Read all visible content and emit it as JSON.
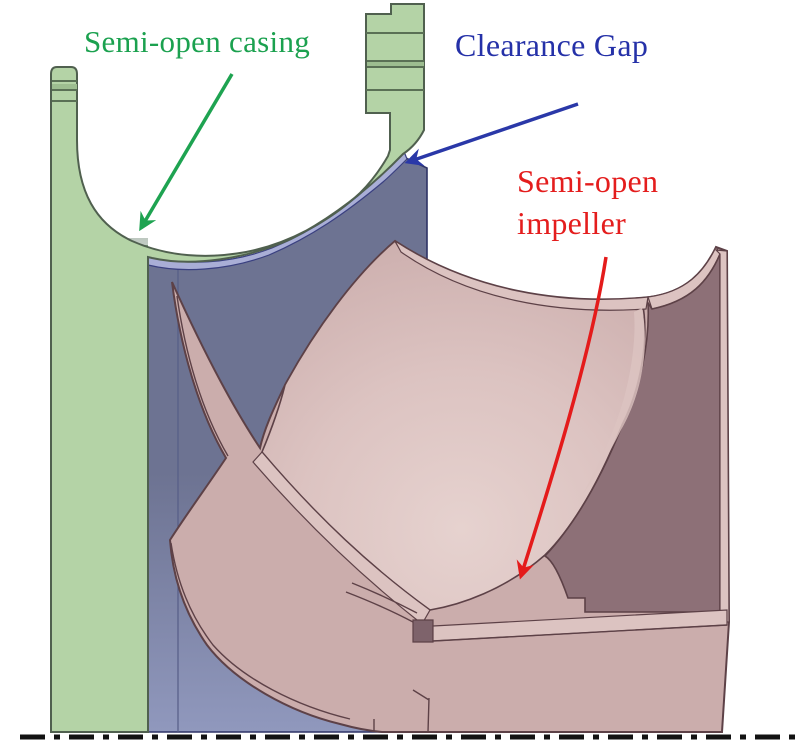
{
  "labels": {
    "casing": {
      "text": "Semi-open casing",
      "color": "#1ba14f"
    },
    "gap": {
      "text": "Clearance Gap",
      "color": "#2531a8"
    },
    "impeller": {
      "line1": "Semi-open",
      "line2": "impeller",
      "color": "#e41d1d"
    }
  },
  "colors": {
    "label_casing": "#1ba14f",
    "label_gap": "#2531a8",
    "label_impeller": "#e41d1d",
    "arrow_casing": "#1ea351",
    "arrow_gap": "#2a38a8",
    "arrow_impeller": "#e41b1b",
    "casing_green": "#b4d3a6",
    "casing_green_light": "#c6e1b6",
    "casing_green_mid": "#9dbd90",
    "casing_green_dark": "#84a886",
    "casing_outline": "#50604f",
    "casing_groove": "#5a7055",
    "gap_lavender": "#a9aed6",
    "gap_outline": "#3a4080",
    "fluid_blue": "#6d7392",
    "fluid_blue_light": "#9098bd",
    "fluid_outline": "#2e3366",
    "fluid_line": "#565d87",
    "impeller_pink": "#cbadac",
    "impeller_pink_light": "#dcc3c1",
    "impeller_pink_bright": "#e6d2cf",
    "impeller_mauve": "#8d7077",
    "impeller_mauve_dark": "#7e636b",
    "impeller_outline": "#5d4147",
    "axis_black": "#121212"
  }
}
